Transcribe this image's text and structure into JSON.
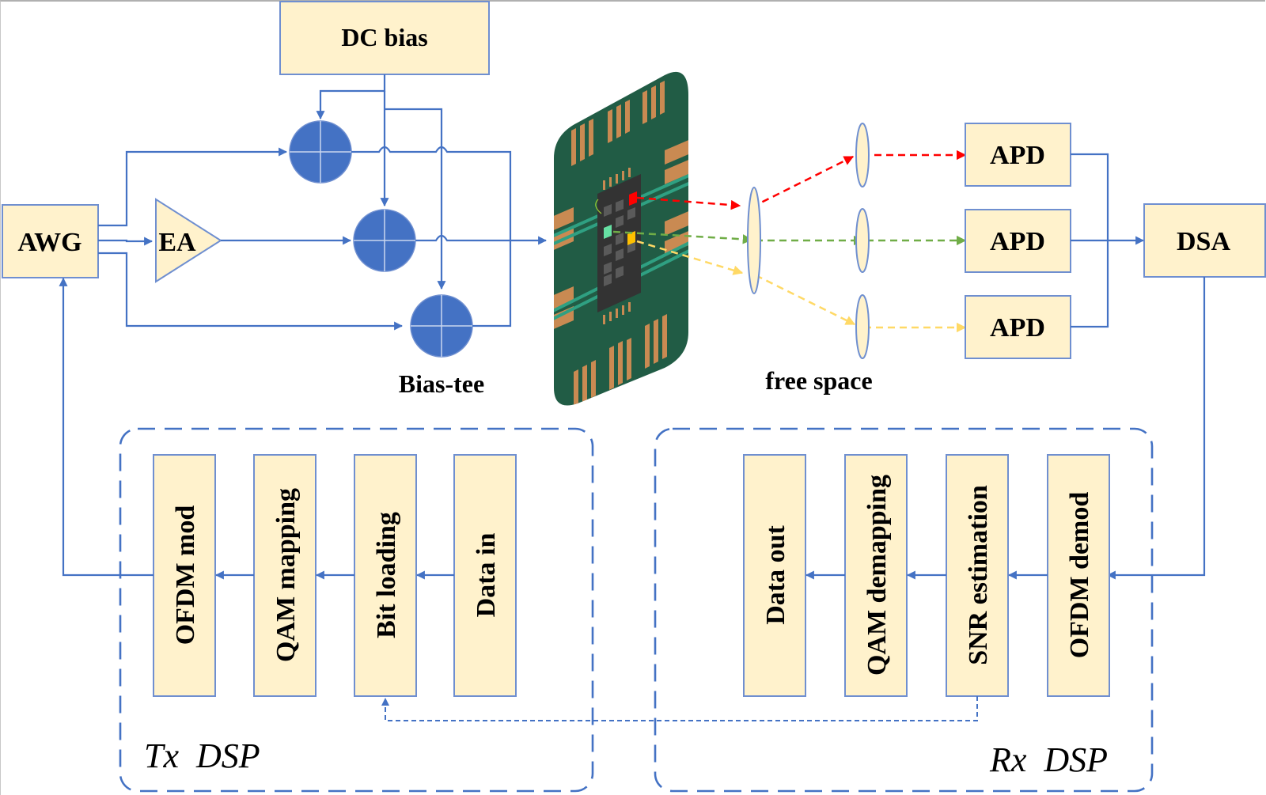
{
  "diagram": {
    "title": "Optical OFDM transmission setup",
    "colors": {
      "block_fill": "#fff2cc",
      "block_stroke": "#6f8fd0",
      "wire": "#4472c4",
      "bias_tee_fill": "#4472c4",
      "pcb_fill": "#215c45",
      "pad_color": "#c98a52",
      "trace_color": "#2fa082",
      "chip_fill": "#333333",
      "beam_red": "#ff0000",
      "beam_green": "#70ad47",
      "beam_yellow": "#ffd966"
    },
    "blocks": {
      "dc_bias": "DC bias",
      "awg": "AWG",
      "ea": "EA",
      "dsa": "DSA",
      "apd": [
        "APD",
        "APD",
        "APD"
      ]
    },
    "labels": {
      "bias_tee": "Bias-tee",
      "free_space": "free space"
    },
    "tx_dsp": {
      "title": "Tx  DSP",
      "blocks": [
        "OFDM mod",
        "QAM mapping",
        "Bit loading",
        "Data in"
      ]
    },
    "rx_dsp": {
      "title": "Rx  DSP",
      "blocks": [
        "Data out",
        "QAM demapping",
        "SNR estimation",
        "OFDM demod"
      ]
    },
    "beams": [
      "red",
      "green",
      "yellow"
    ],
    "feedback": "SNR estimation -> Bit loading"
  }
}
